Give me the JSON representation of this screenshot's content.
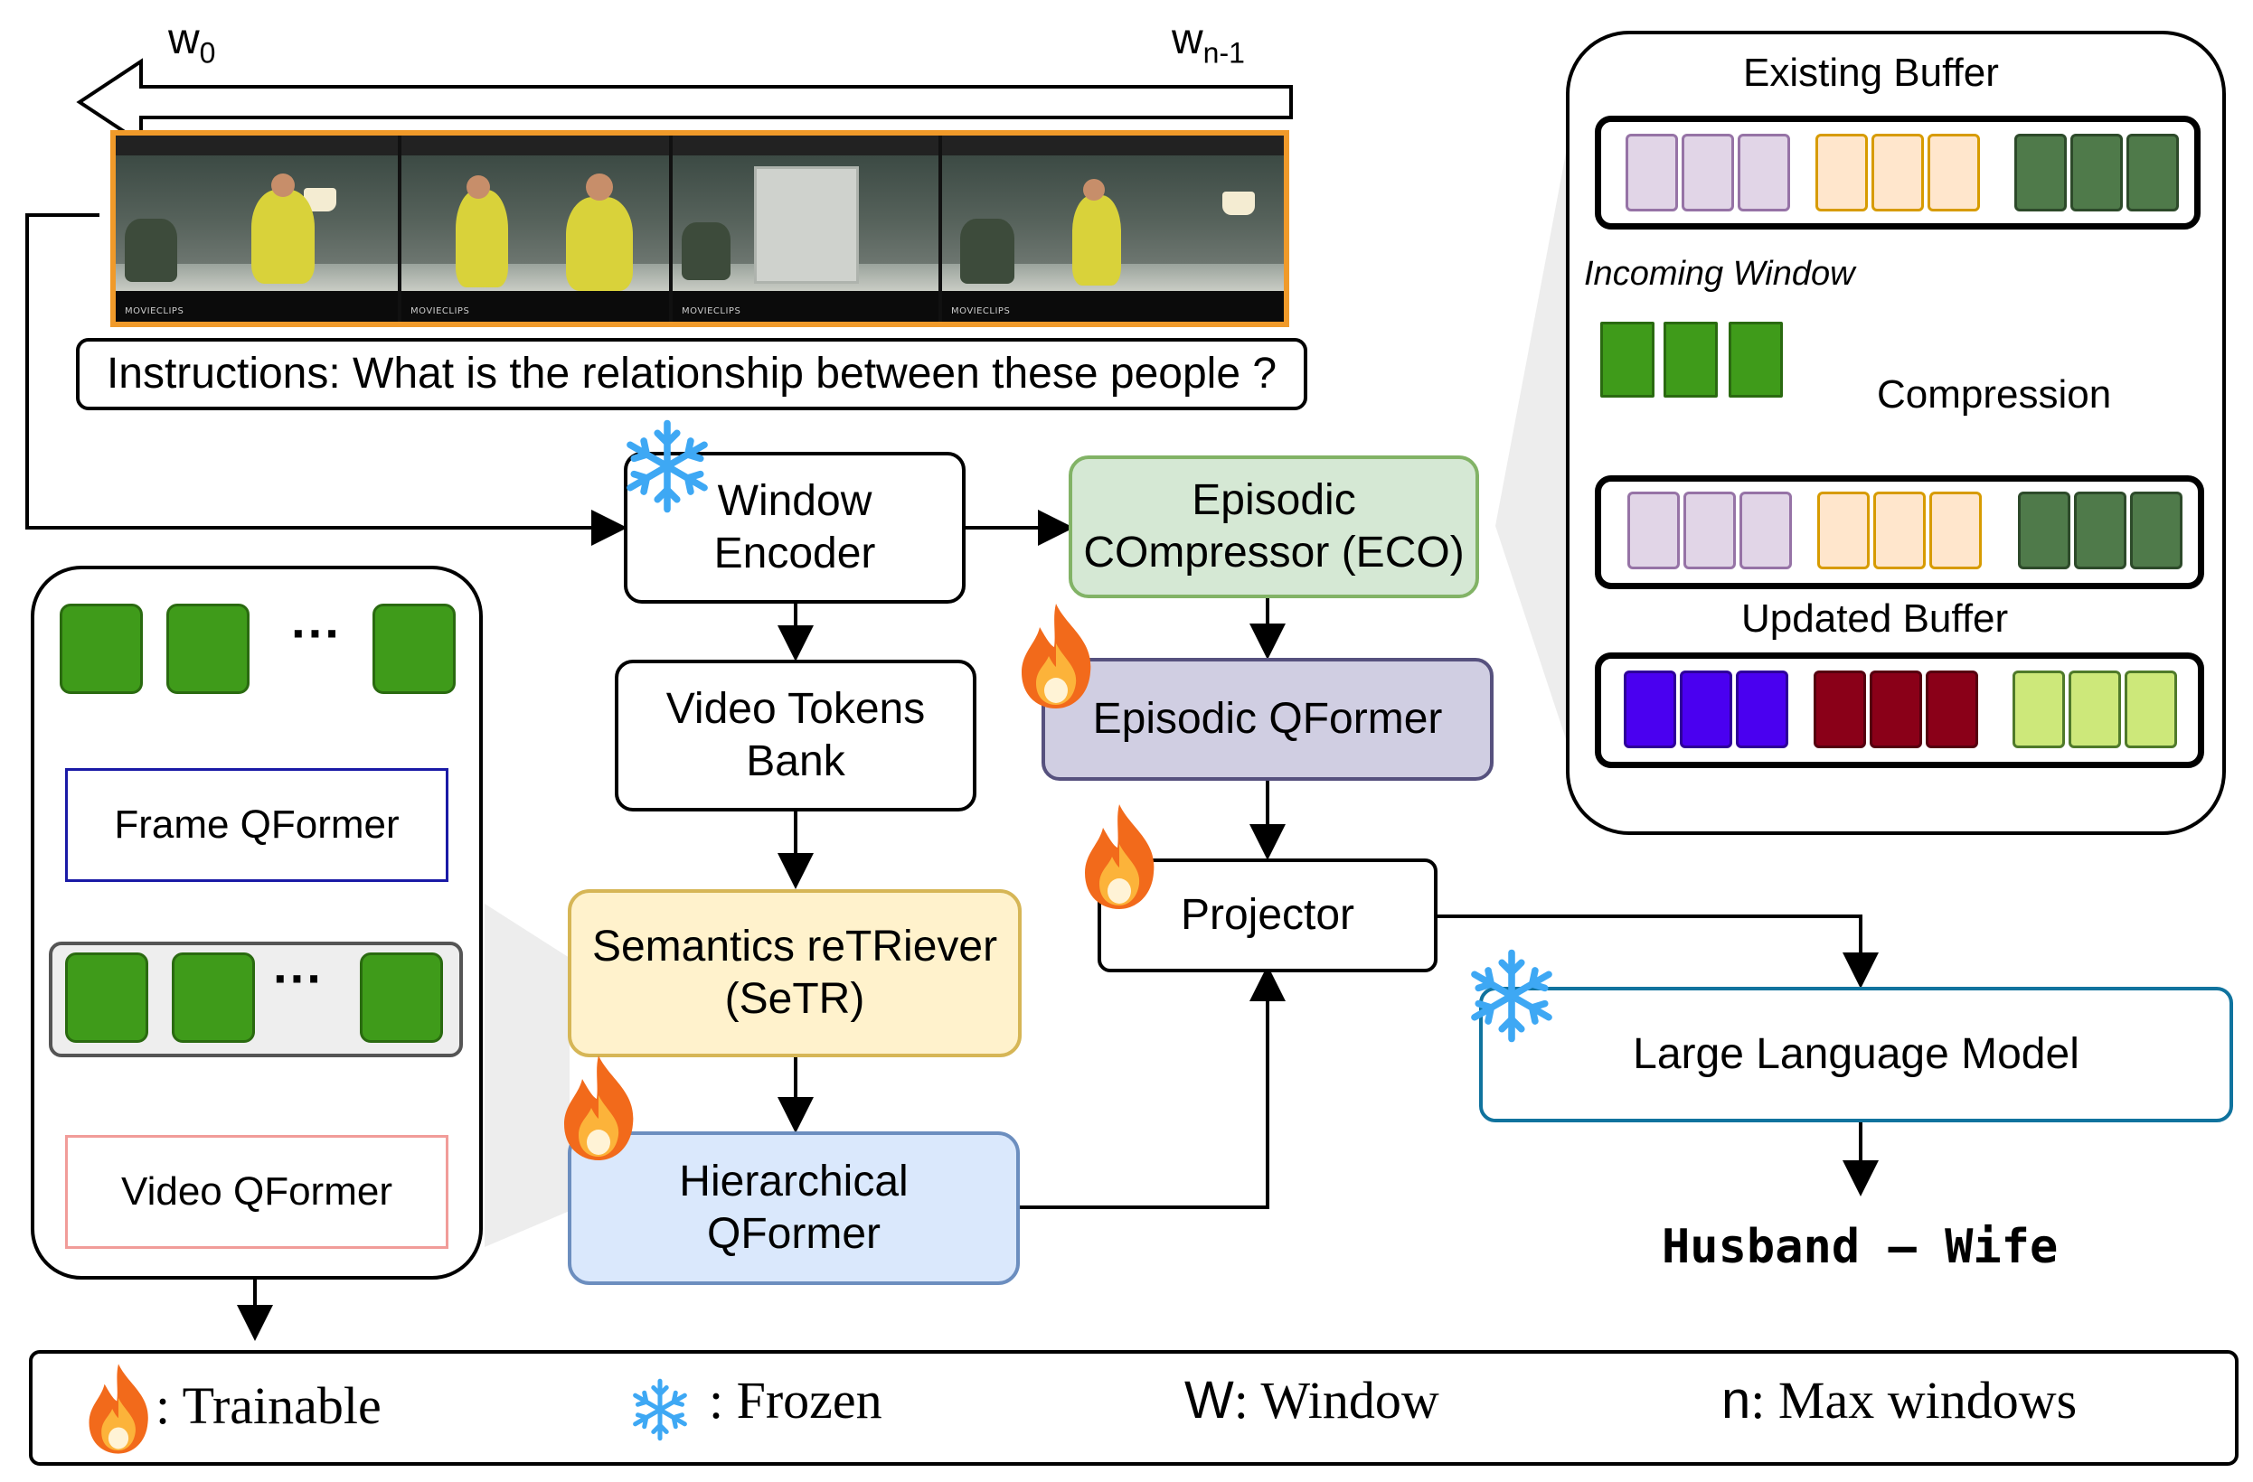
{
  "top_strip": {
    "w0_label": "w",
    "w0_sub": "0",
    "wn_label": "w",
    "wn_sub": "n-1",
    "frame_watermark": "MOVIECLIPS",
    "instruction_text": "Instructions: What is the relationship between these people ?"
  },
  "pipeline": {
    "window_encoder": "Window\nEncoder",
    "video_tokens_bank": "Video Tokens\nBank",
    "setr": "Semantics reTRiever\n(SeTR)",
    "hierarchical_qformer": "Hierarchical\nQFormer",
    "eco": "Episodic\nCOmpressor (ECO)",
    "episodic_qformer": "Episodic QFormer",
    "projector": "Projector",
    "llm": "Large Language Model",
    "answer": "Husband – Wife"
  },
  "left_panel": {
    "ellipsis_top": "···",
    "frame_qformer": "Frame QFormer",
    "ellipsis_mid": "···",
    "video_qformer": "Video QFormer"
  },
  "buffer_panel": {
    "existing_buffer": "Existing Buffer",
    "incoming_window": "Incoming Window",
    "compression": "Compression",
    "updated_buffer": "Updated Buffer"
  },
  "legend": {
    "trainable": ": Trainable",
    "frozen": ": Frozen",
    "window_key": "W",
    "window_desc": ": Window",
    "max_key": "n",
    "max_desc": ": Max windows"
  },
  "colors": {
    "frame_border": "#f09a2a",
    "eco_fill": "#d5e8d4",
    "eco_stroke": "#82b366",
    "episodic_qformer_fill": "#d0cee2",
    "episodic_qformer_stroke": "#56517e",
    "setr_fill": "#fff2cc",
    "setr_stroke": "#d6b656",
    "hqformer_fill": "#dae8fc",
    "hqformer_stroke": "#6c8ebf",
    "llm_stroke": "#10739e",
    "frame_qformer_stroke": "#1a1aa6",
    "video_qformer_stroke": "#f19c99",
    "lavender": "#e1d5e7",
    "lavender_stroke": "#9673a6",
    "peach": "#ffe6cc",
    "peach_stroke": "#d79b00",
    "dark_green": "#4f7a4a",
    "blue_purple": "#4a00f0",
    "dark_red": "#8a0018",
    "light_green": "#cde87a",
    "token_green": "#3f9b1a"
  },
  "icons": [
    "snowflake-icon",
    "fire-icon"
  ]
}
